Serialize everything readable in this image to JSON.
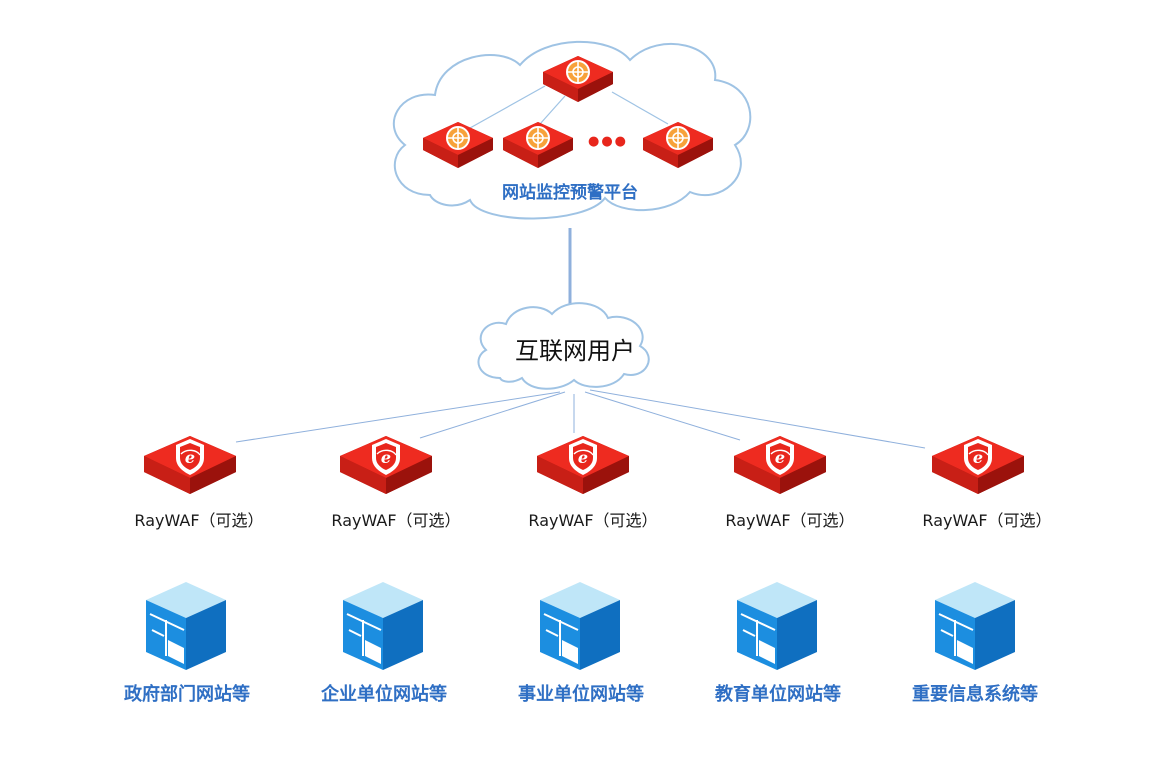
{
  "platform": {
    "label": "网站监控预警平台",
    "more_symbol": "●●●"
  },
  "internet": {
    "label": "互联网用户"
  },
  "waf_nodes": [
    {
      "label": "RayWAF（可选）"
    },
    {
      "label": "RayWAF（可选）"
    },
    {
      "label": "RayWAF（可选）"
    },
    {
      "label": "RayWAF（可选）"
    },
    {
      "label": "RayWAF（可选）"
    }
  ],
  "sites": [
    {
      "label": "政府部门网站等"
    },
    {
      "label": "企业单位网站等"
    },
    {
      "label": "事业单位网站等"
    },
    {
      "label": "教育单位网站等"
    },
    {
      "label": "重要信息系统等"
    }
  ],
  "colors": {
    "device_red": "#e8261c",
    "device_dark": "#a3140e",
    "cloud_stroke": "#9fc3e4",
    "line": "#8fb0dc",
    "label_blue": "#2f6fc4",
    "cube_blue": "#1e8fe0"
  }
}
